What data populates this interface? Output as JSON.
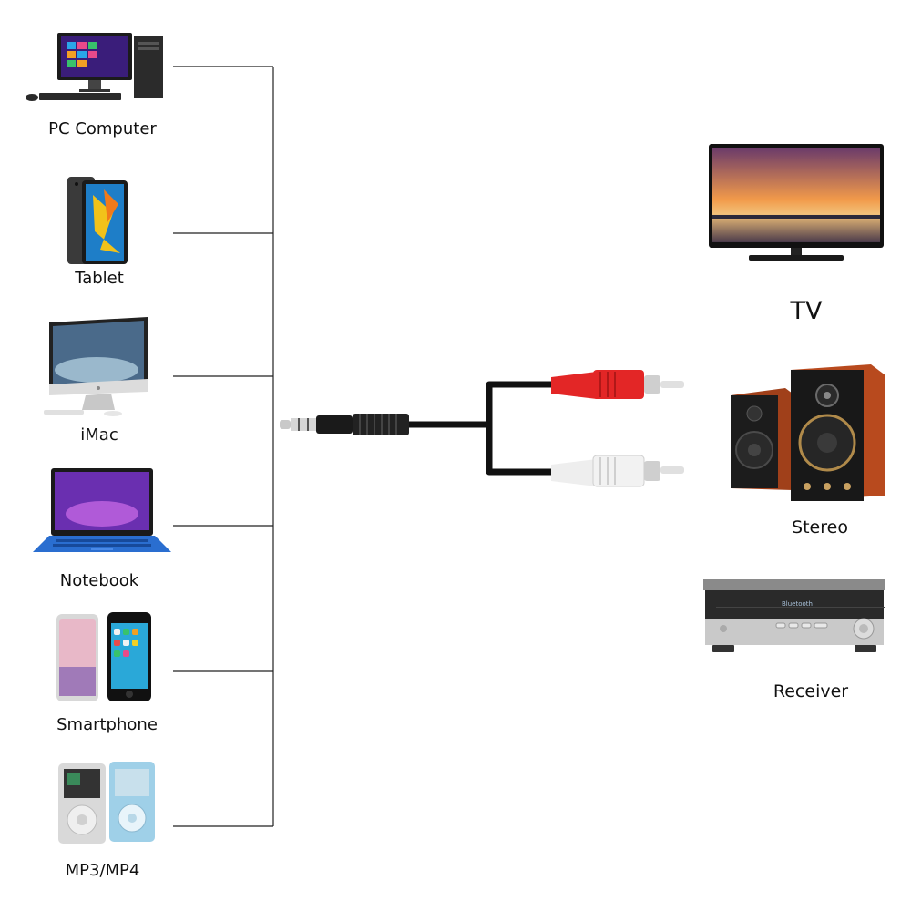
{
  "sources": [
    {
      "label": "PC Computer",
      "icon": "pc-computer-icon"
    },
    {
      "label": "Tablet",
      "icon": "tablet-icon"
    },
    {
      "label": "iMac",
      "icon": "imac-icon"
    },
    {
      "label": "Notebook",
      "icon": "notebook-icon"
    },
    {
      "label": "Smartphone",
      "icon": "smartphone-icon"
    },
    {
      "label": "MP3/MP4",
      "icon": "mp3-mp4-player-icon"
    }
  ],
  "cable": {
    "icon": "3.5mm-to-2rca-cable-icon",
    "rca_colors": [
      "#e32626",
      "#f2f2f2"
    ],
    "jack_color": "#1a1a1a"
  },
  "destinations": [
    {
      "label": "TV",
      "icon": "tv-icon"
    },
    {
      "label": "Stereo",
      "icon": "stereo-speakers-icon"
    },
    {
      "label": "Receiver",
      "icon": "av-receiver-icon"
    }
  ],
  "colors": {
    "connector_lines": "#222222"
  },
  "receiver_display": "Bluetooth"
}
